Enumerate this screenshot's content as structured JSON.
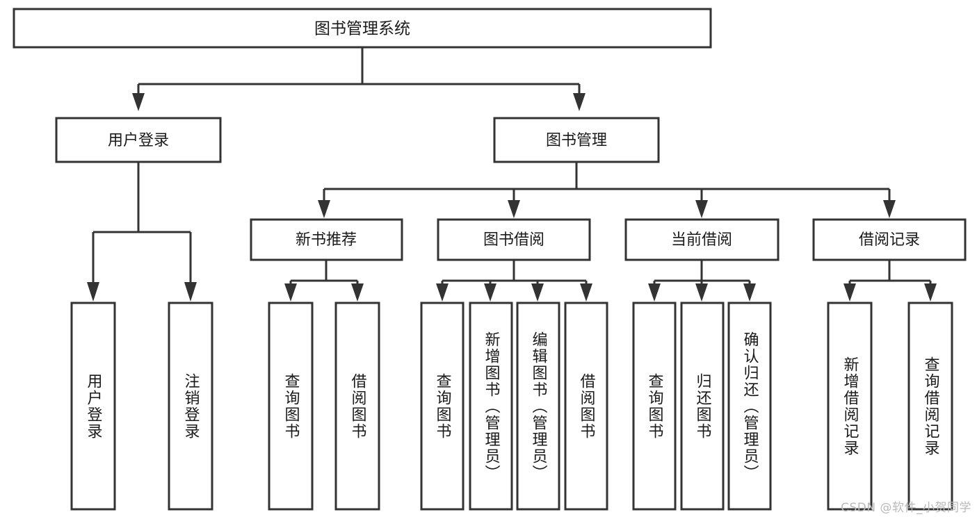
{
  "diagram": {
    "title_node": {
      "label": "图书管理系统"
    },
    "level1": [
      {
        "label": "用户登录"
      },
      {
        "label": "图书管理"
      }
    ],
    "level2": [
      {
        "label": "新书推荐"
      },
      {
        "label": "图书借阅"
      },
      {
        "label": "当前借阅"
      },
      {
        "label": "借阅记录"
      }
    ],
    "leaves": {
      "user_login": [
        {
          "label": "用户登录"
        },
        {
          "label": "注销登录"
        }
      ],
      "new_book": [
        {
          "label": "查询图书"
        },
        {
          "label": "借阅图书"
        }
      ],
      "book_borrow": [
        {
          "label": "查询图书"
        },
        {
          "label": "新增图书（管理员）"
        },
        {
          "label": "编辑图书（管理员）"
        },
        {
          "label": "借阅图书"
        }
      ],
      "current_borrow": [
        {
          "label": "查询图书"
        },
        {
          "label": "归还图书"
        },
        {
          "label": "确认归还（管理员）"
        }
      ],
      "borrow_record": [
        {
          "label": "新增借阅记录"
        },
        {
          "label": "查询借阅记录"
        }
      ]
    }
  },
  "watermark": {
    "text": "CSDN @软件_小贺同学"
  },
  "colors": {
    "box_stroke": "#333333",
    "box_fill": "#ffffff",
    "text": "#1a1a1a",
    "watermark": "#b9b9b9",
    "background": "#ffffff"
  }
}
